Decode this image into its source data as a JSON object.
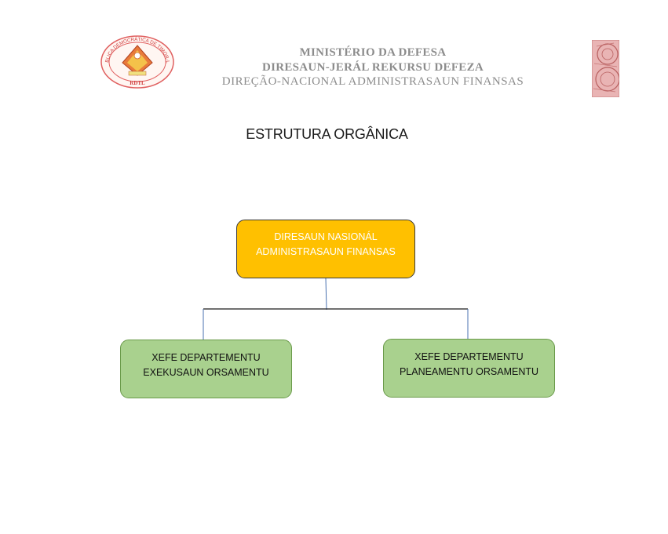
{
  "header": {
    "emblem_icon": "timor-leste-emblem-icon",
    "seal_icon": "seal-stamp-icon",
    "emblem_text": "REPÚBLICA DEMOCRÁTICA DE TIMOR-LESTE",
    "emblem_initials": "RDTL",
    "line1": "MINISTÉRIO DA DEFESA",
    "line2": "DIRESAUN-JERÁL REKURSU DEFEZA",
    "line3": "DIREÇÃO-NACIONAL ADMINISTRASAUN FINANSAS"
  },
  "title": "ESTRUTURA ORGÂNICA",
  "org_chart": {
    "root": {
      "label": "DIRESAUN NASIONÁL\nADMINISTRASAUN FINANSAS",
      "color": "#ffc000"
    },
    "children": [
      {
        "label": "XEFE DEPARTEMENTU\nEXEKUSAUN ORSAMENTU",
        "color": "#a9d18e"
      },
      {
        "label": "XEFE DEPARTEMENTU\nPLANEAMENTU ORSAMENTU",
        "color": "#a9d18e"
      }
    ]
  }
}
